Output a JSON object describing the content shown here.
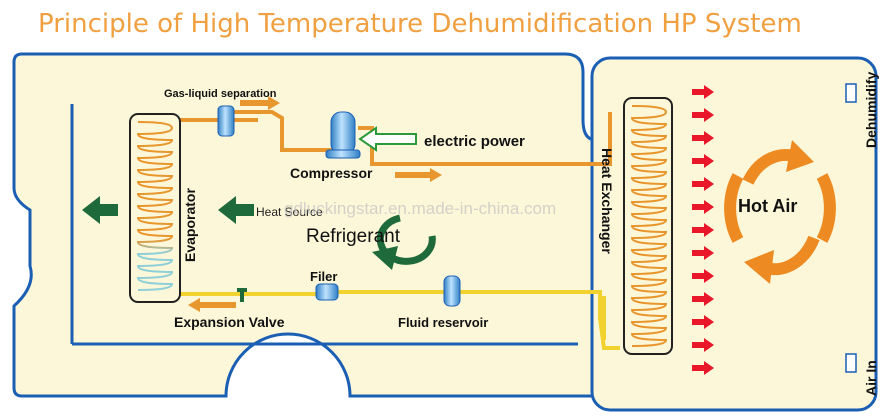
{
  "title": "Principle of High Temperature Dehumidification HP System",
  "labels": {
    "gas_liquid_separation": "Gas-liquid separation",
    "electric_power": "electric power",
    "compressor": "Compressor",
    "evaporator": "Evaporator",
    "heat_source": "Heat Source",
    "refrigerant": "Refrigerant",
    "filer": "Filer",
    "expansion_valve": "Expansion Valve",
    "fluid_reservoir": "Fluid reservoir",
    "heat_exchanger": "Heat Exchanger",
    "hot_air": "Hot Air",
    "dehumidify": "Dehumidify",
    "air_in": "Air In"
  },
  "watermark": "gdluckingstar.en.made-in-china.com",
  "colors": {
    "title": "#f0a040",
    "room_fill": "#fdf7d9",
    "room_stroke": "#1a5fb4",
    "pipe_hot": "#e8962e",
    "pipe_liquid": "#f2d22e",
    "heat_arrow": "#e8182a",
    "flow_arrow": "#1e6a3a",
    "component_blue": "#4a9fe0"
  },
  "icons": {
    "heat_arrow": "right-arrow-icon",
    "airflow_arrow": "left-arrow-icon",
    "refrigerant_cycle": "circular-arrow-icon",
    "hot_air_cycle": "circular-arrow-icon"
  }
}
